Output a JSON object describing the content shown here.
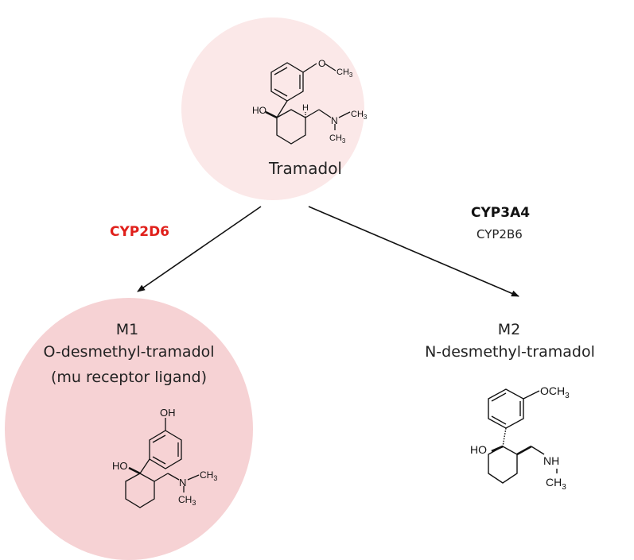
{
  "colors": {
    "bubble_light": "#fbe8e8",
    "bubble_m1": "#f6d2d4",
    "enzyme_red": "#e0201b",
    "text": "#222222",
    "bond": "#111111"
  },
  "tramadol": {
    "name": "Tramadol",
    "atoms": {
      "och3": "O",
      "ch3_top": "CH",
      "sub3": "3",
      "ho": "HO",
      "h": "H",
      "n": "N",
      "ch3_a": "CH",
      "ch3_b": "CH"
    }
  },
  "enzymes": {
    "left": {
      "name": "CYP2D6"
    },
    "right": {
      "primary": "CYP3A4",
      "secondary": "CYP2B6"
    }
  },
  "m1": {
    "code": "M1",
    "name": "O-desmethyl-tramadol",
    "note": "(mu receptor ligand)",
    "atoms": {
      "oh": "OH",
      "ho": "HO",
      "n": "N",
      "ch3_a": "CH",
      "ch3_b": "CH",
      "sub3": "3"
    }
  },
  "m2": {
    "code": "M2",
    "name": "N-desmethyl-tramadol",
    "atoms": {
      "och3": "OCH",
      "sub3": "3",
      "ho": "HO",
      "nh": "NH",
      "ch3": "CH"
    }
  }
}
